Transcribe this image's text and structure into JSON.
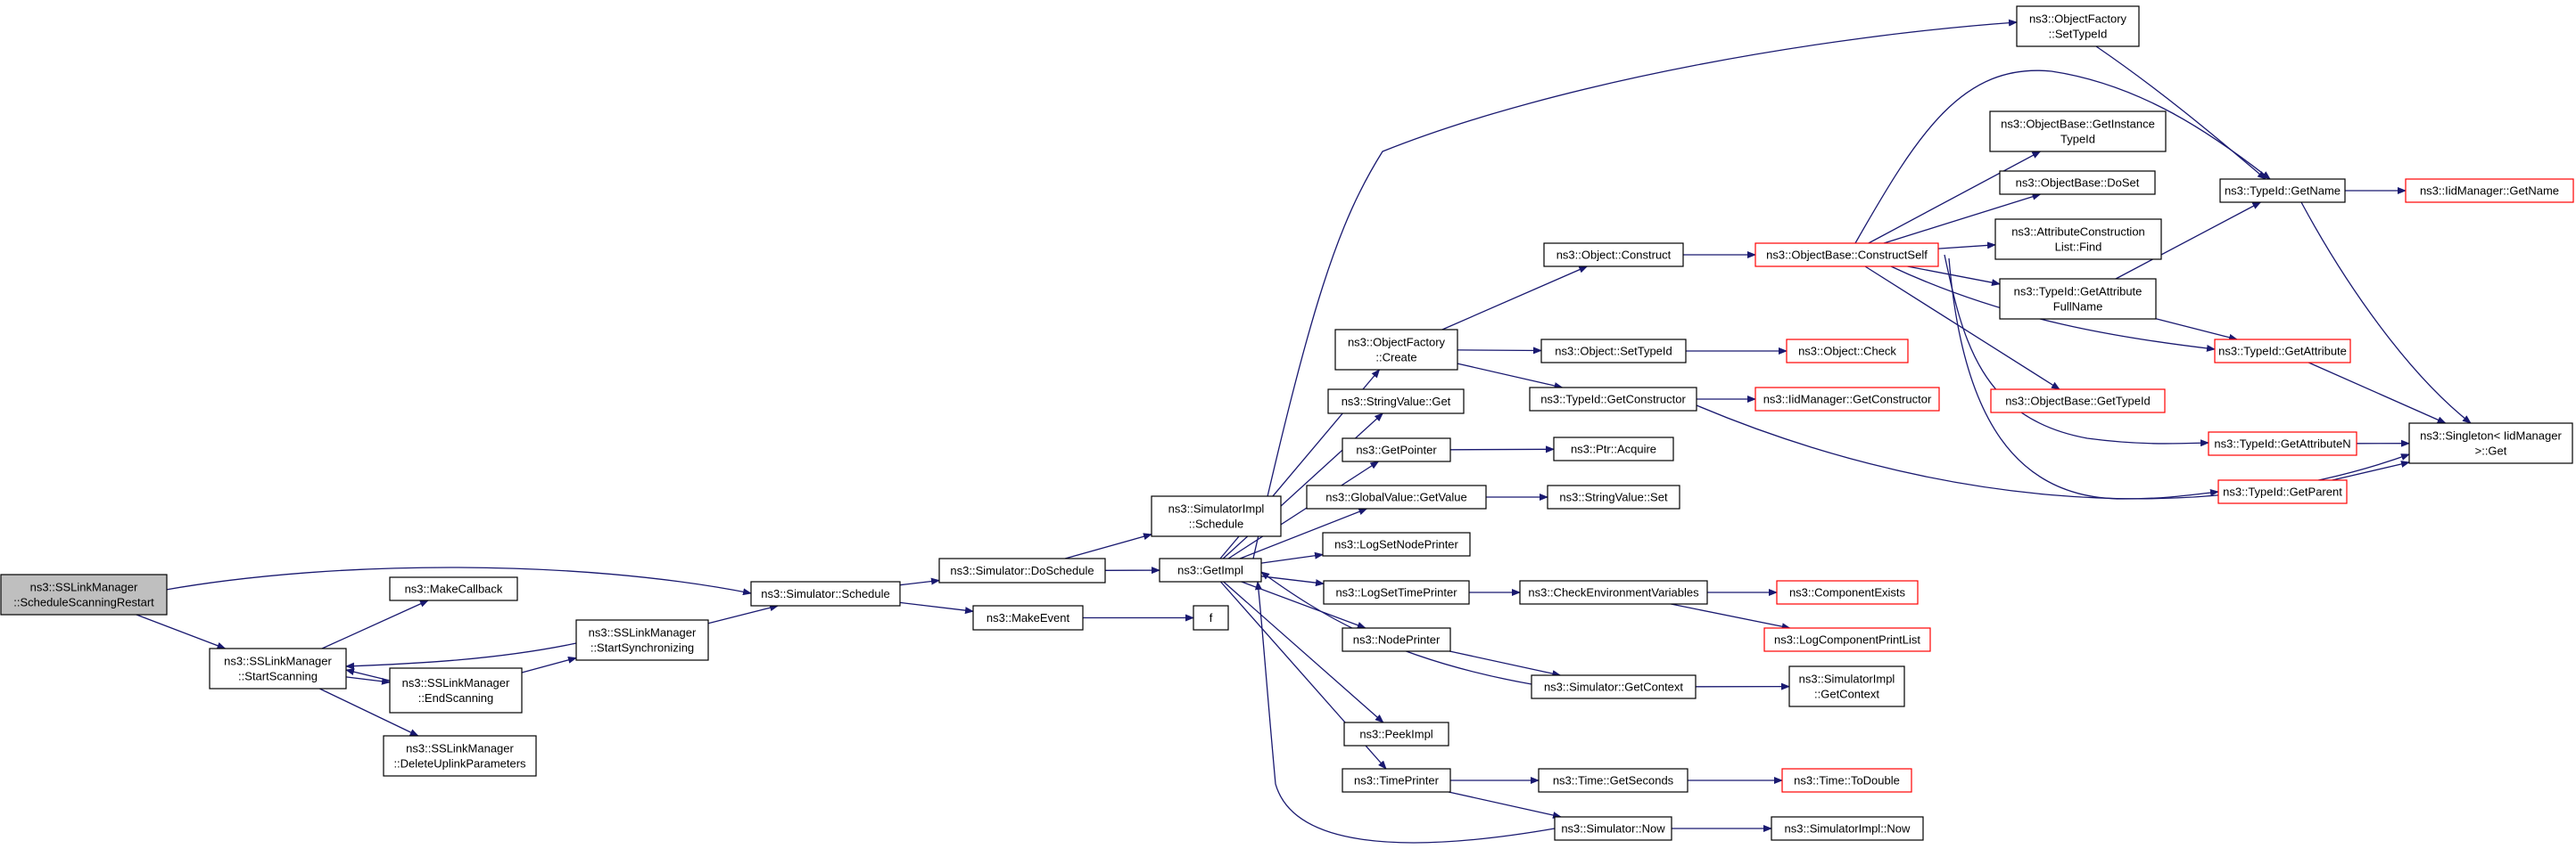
{
  "colors": {
    "edge": "#191970",
    "root_fill": "#bfbfbf",
    "node_fill": "#ffffff",
    "node_border": "#000000",
    "external_border": "#ff0000"
  },
  "nodes": [
    {
      "id": "root",
      "lines": [
        "ns3::SSLinkManager",
        "::ScheduleScanningRestart"
      ],
      "root": true
    },
    {
      "id": "startScanning",
      "lines": [
        "ns3::SSLinkManager",
        "::StartScanning"
      ]
    },
    {
      "id": "makeCallback",
      "lines": [
        "ns3::MakeCallback"
      ]
    },
    {
      "id": "endScanning",
      "lines": [
        "ns3::SSLinkManager",
        "::EndScanning"
      ]
    },
    {
      "id": "deleteUplink",
      "lines": [
        "ns3::SSLinkManager",
        "::DeleteUplinkParameters"
      ]
    },
    {
      "id": "startSync",
      "lines": [
        "ns3::SSLinkManager",
        "::StartSynchronizing"
      ]
    },
    {
      "id": "schedule",
      "lines": [
        "ns3::Simulator::Schedule"
      ]
    },
    {
      "id": "doSchedule",
      "lines": [
        "ns3::Simulator::DoSchedule"
      ]
    },
    {
      "id": "makeEvent",
      "lines": [
        "ns3::MakeEvent"
      ]
    },
    {
      "id": "implSchedule",
      "lines": [
        "ns3::SimulatorImpl",
        "::Schedule"
      ]
    },
    {
      "id": "getImpl",
      "lines": [
        "ns3::GetImpl"
      ]
    },
    {
      "id": "f",
      "lines": [
        "f"
      ]
    },
    {
      "id": "ofCreate",
      "lines": [
        "ns3::ObjectFactory",
        "::Create"
      ]
    },
    {
      "id": "svGet",
      "lines": [
        "ns3::StringValue::Get"
      ]
    },
    {
      "id": "getPointer",
      "lines": [
        "ns3::GetPointer"
      ]
    },
    {
      "id": "gvGetValue",
      "lines": [
        "ns3::GlobalValue::GetValue"
      ]
    },
    {
      "id": "logSetNode",
      "lines": [
        "ns3::LogSetNodePrinter"
      ]
    },
    {
      "id": "logSetTime",
      "lines": [
        "ns3::LogSetTimePrinter"
      ]
    },
    {
      "id": "nodePrinter",
      "lines": [
        "ns3::NodePrinter"
      ]
    },
    {
      "id": "peekImpl",
      "lines": [
        "ns3::PeekImpl"
      ]
    },
    {
      "id": "timePrinter",
      "lines": [
        "ns3::TimePrinter"
      ]
    },
    {
      "id": "objConstruct",
      "lines": [
        "ns3::Object::Construct"
      ]
    },
    {
      "id": "objSetTypeId",
      "lines": [
        "ns3::Object::SetTypeId"
      ]
    },
    {
      "id": "tidGetCtor",
      "lines": [
        "ns3::TypeId::GetConstructor"
      ]
    },
    {
      "id": "ptrAcquire",
      "lines": [
        "ns3::Ptr::Acquire"
      ]
    },
    {
      "id": "svSet",
      "lines": [
        "ns3::StringValue::Set"
      ]
    },
    {
      "id": "checkEnv",
      "lines": [
        "ns3::CheckEnvironmentVariables"
      ]
    },
    {
      "id": "simGetContext",
      "lines": [
        "ns3::Simulator::GetContext"
      ]
    },
    {
      "id": "timeGetSeconds",
      "lines": [
        "ns3::Time::GetSeconds"
      ]
    },
    {
      "id": "simNow",
      "lines": [
        "ns3::Simulator::Now"
      ]
    },
    {
      "id": "objCheck",
      "lines": [
        "ns3::Object::Check"
      ],
      "external": true
    },
    {
      "id": "iidGetCtor",
      "lines": [
        "ns3::IidManager::GetConstructor"
      ],
      "external": true
    },
    {
      "id": "compExists",
      "lines": [
        "ns3::ComponentExists"
      ],
      "external": true
    },
    {
      "id": "logCompList",
      "lines": [
        "ns3::LogComponentPrintList"
      ],
      "external": true
    },
    {
      "id": "implGetContext",
      "lines": [
        "ns3::SimulatorImpl",
        "::GetContext"
      ]
    },
    {
      "id": "timeToDouble",
      "lines": [
        "ns3::Time::ToDouble"
      ],
      "external": true
    },
    {
      "id": "implNow",
      "lines": [
        "ns3::SimulatorImpl::Now"
      ]
    },
    {
      "id": "ofSetTypeId",
      "lines": [
        "ns3::ObjectFactory",
        "::SetTypeId"
      ]
    },
    {
      "id": "obGetInstance",
      "lines": [
        "ns3::ObjectBase::GetInstance",
        "TypeId"
      ]
    },
    {
      "id": "obDoSet",
      "lines": [
        "ns3::ObjectBase::DoSet"
      ]
    },
    {
      "id": "attrFind",
      "lines": [
        "ns3::AttributeConstruction",
        "List::Find"
      ]
    },
    {
      "id": "obConstructSelf",
      "lines": [
        "ns3::ObjectBase::ConstructSelf"
      ],
      "external": true
    },
    {
      "id": "tidGetAttrFull",
      "lines": [
        "ns3::TypeId::GetAttribute",
        "FullName"
      ]
    },
    {
      "id": "obGetTypeId",
      "lines": [
        "ns3::ObjectBase::GetTypeId"
      ],
      "external": true
    },
    {
      "id": "tidGetName",
      "lines": [
        "ns3::TypeId::GetName"
      ]
    },
    {
      "id": "iidGetName",
      "lines": [
        "ns3::IidManager::GetName"
      ],
      "external": true
    },
    {
      "id": "tidGetAttr",
      "lines": [
        "ns3::TypeId::GetAttribute"
      ],
      "external": true
    },
    {
      "id": "tidGetAttrN",
      "lines": [
        "ns3::TypeId::GetAttributeN"
      ],
      "external": true
    },
    {
      "id": "tidGetParent",
      "lines": [
        "ns3::TypeId::GetParent"
      ],
      "external": true
    },
    {
      "id": "singletonGet",
      "lines": [
        "ns3::Singleton< IidManager",
        ">::Get"
      ]
    }
  ]
}
